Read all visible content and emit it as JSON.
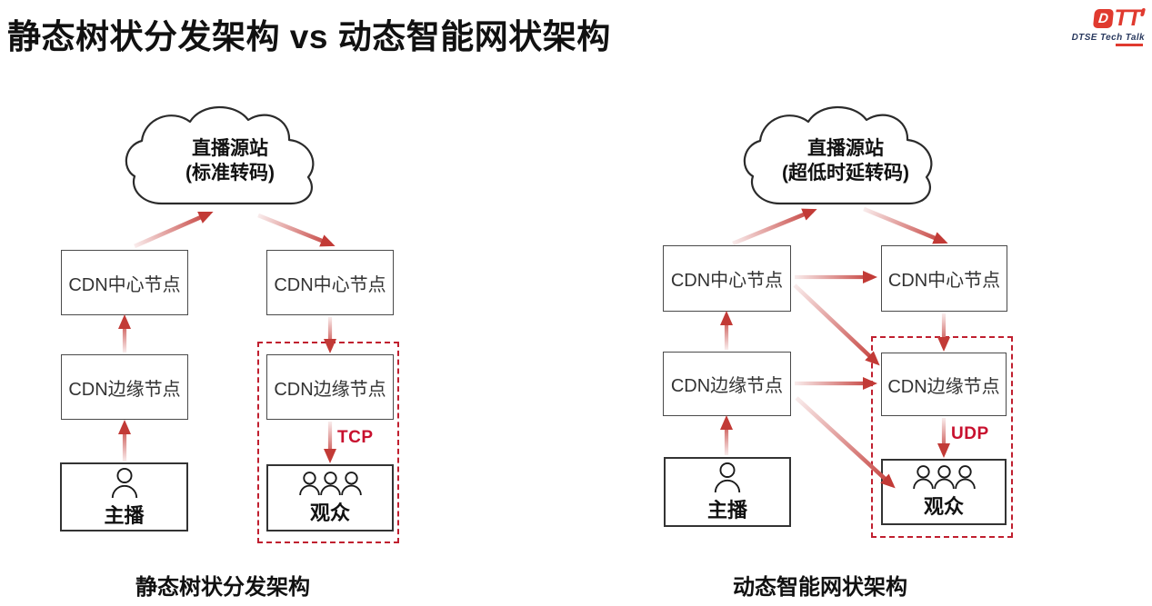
{
  "header": {
    "title": "静态树状分发架构 vs 动态智能网状架构",
    "logo": {
      "brand_d": "D",
      "brand_tt": "TT",
      "tagline": "DTSE Tech Talk"
    }
  },
  "left": {
    "cloud_line1": "直播源站",
    "cloud_line2": "(标准转码)",
    "uplink_center_node": "CDN中心节点",
    "uplink_edge_node": "CDN边缘节点",
    "broadcaster_label": "主播",
    "downlink_center_node": "CDN中心节点",
    "downlink_edge_node": "CDN边缘节点",
    "audience_label": "观众",
    "protocol_label": "TCP",
    "caption": "静态树状分发架构"
  },
  "right": {
    "cloud_line1": "直播源站",
    "cloud_line2": "(超低时延转码)",
    "uplink_center_node": "CDN中心节点",
    "uplink_edge_node": "CDN边缘节点",
    "broadcaster_label": "主播",
    "downlink_center_node": "CDN中心节点",
    "downlink_edge_node": "CDN边缘节点",
    "audience_label": "观众",
    "protocol_label": "UDP",
    "caption": "动态智能网状架构"
  },
  "colors": {
    "arrow_head": "#c23a36",
    "arrow_tail": "#f9ecec",
    "dashed_border": "#c01f2f",
    "protocol_text": "#c8102e",
    "logo_red": "#e03a2f",
    "logo_navy": "#2a3a5f"
  }
}
